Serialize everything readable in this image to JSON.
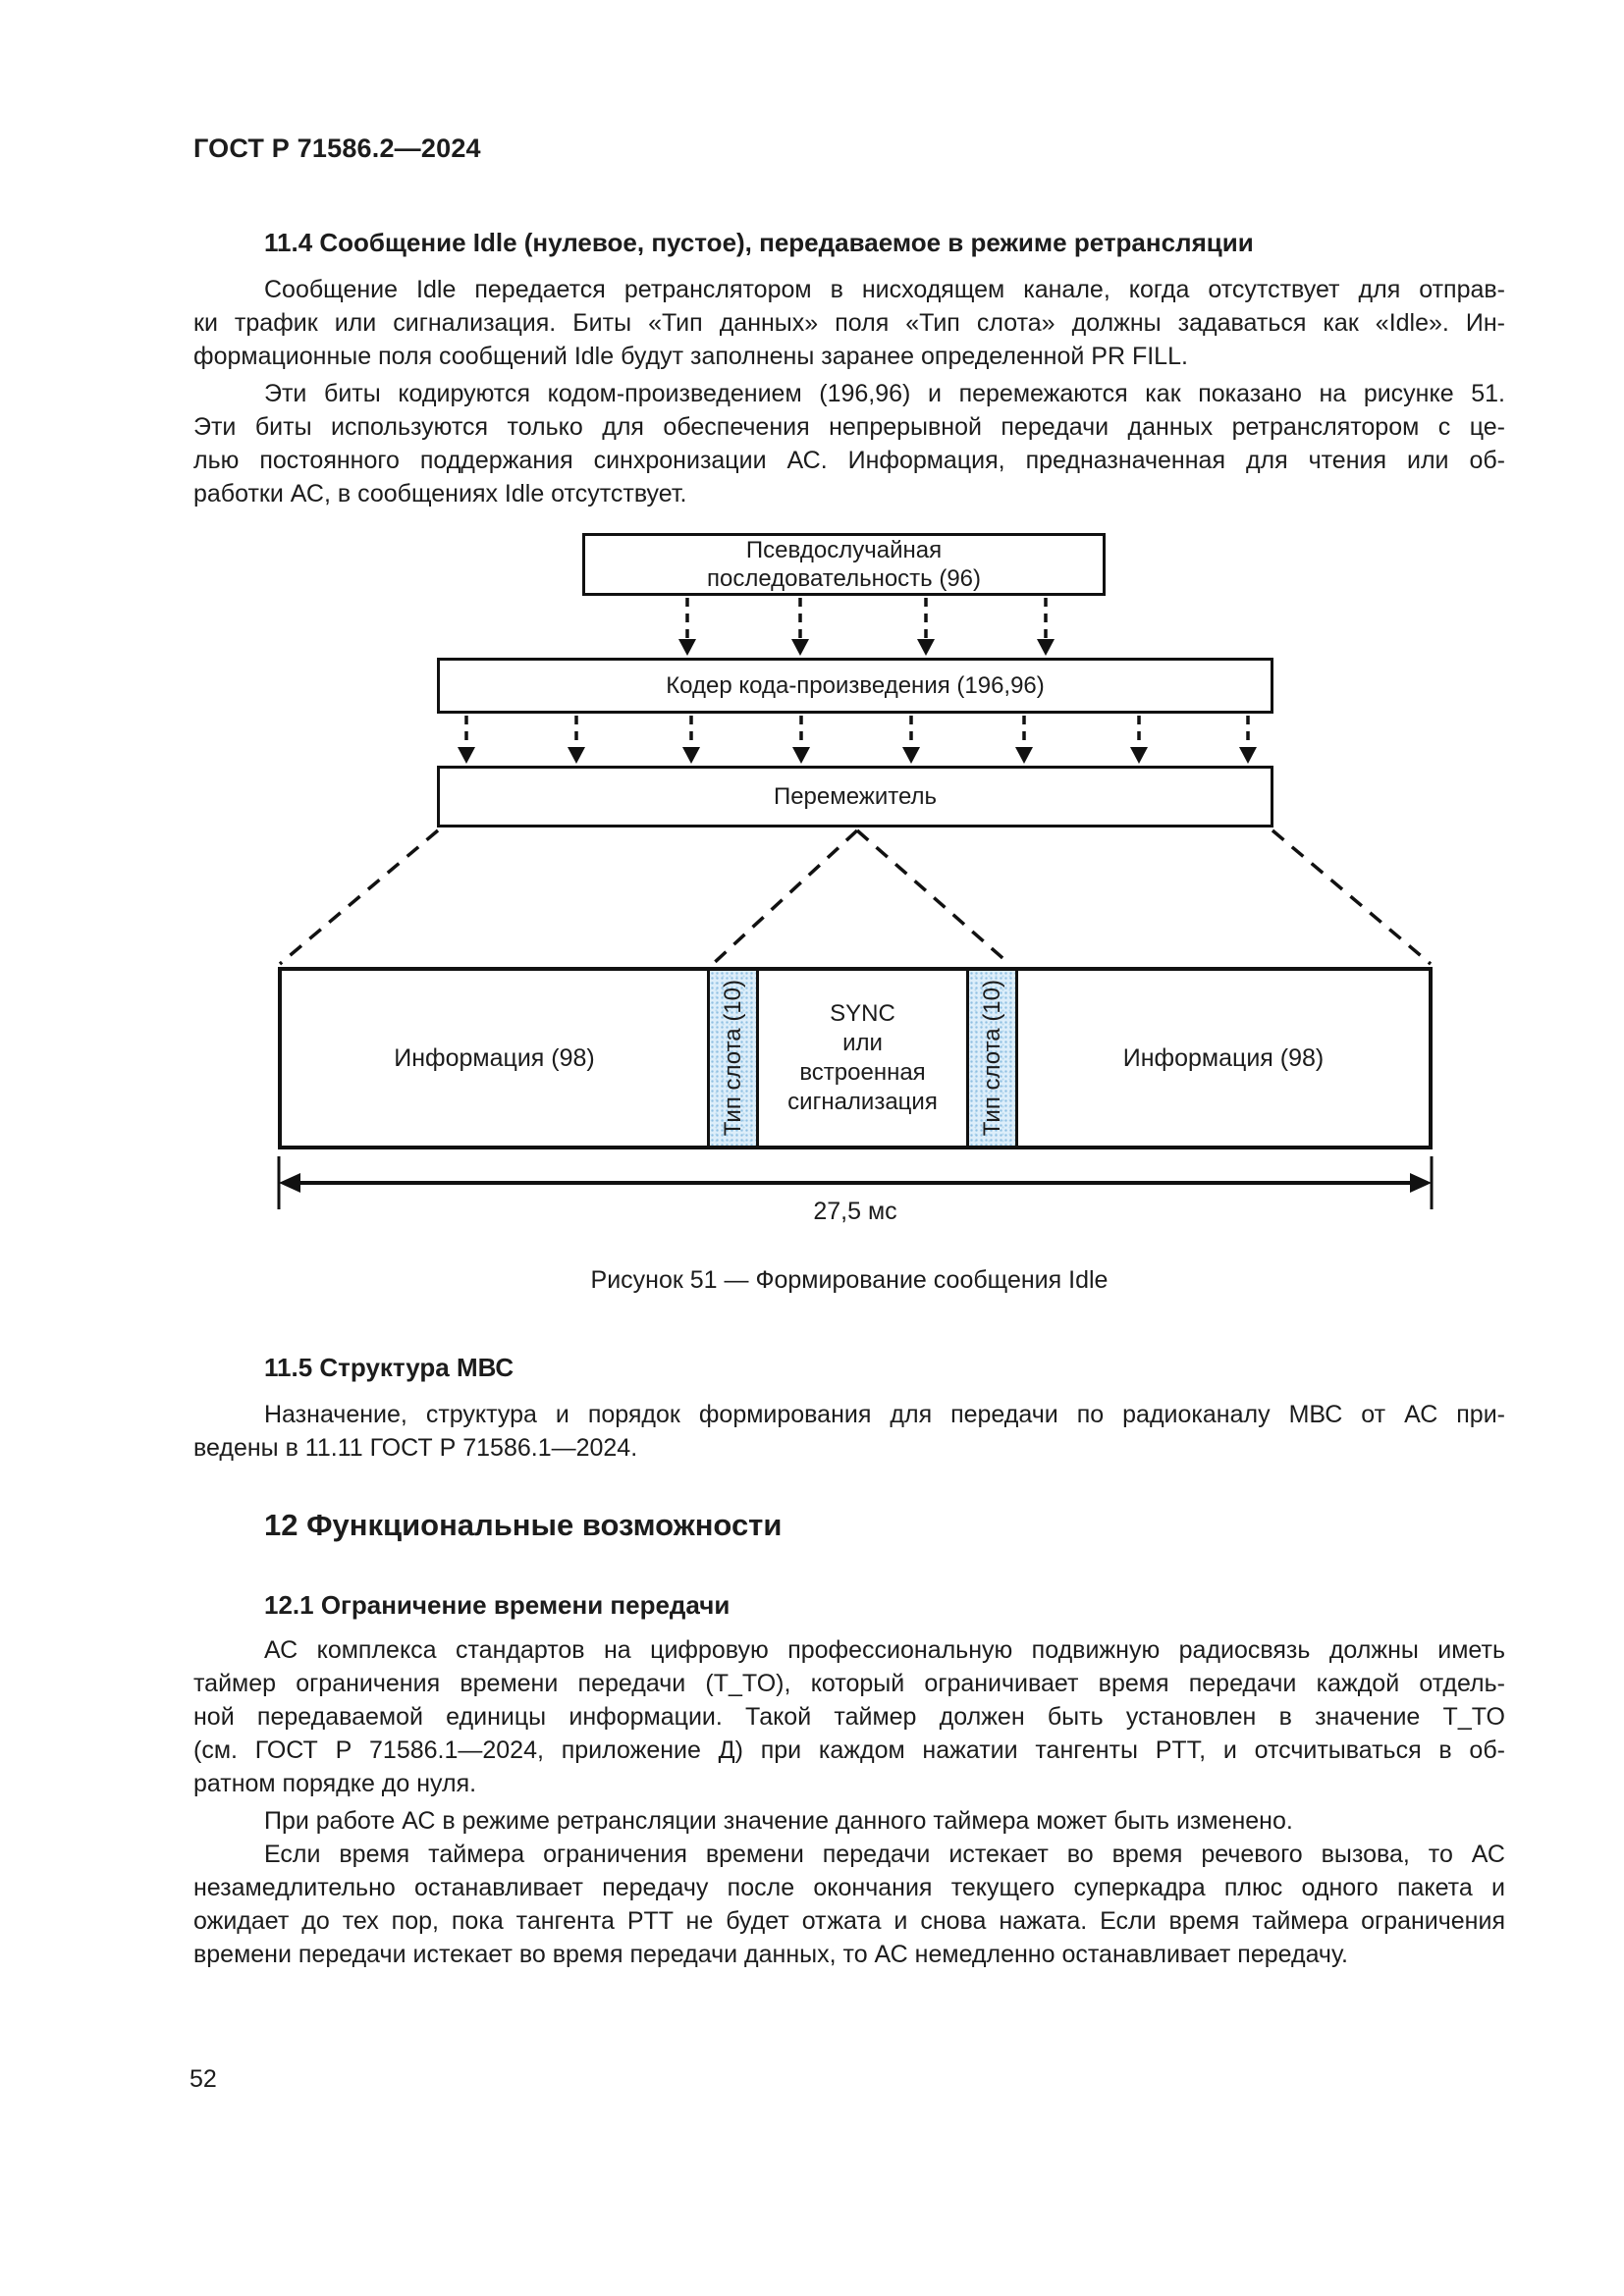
{
  "doc_header": "ГОСТ Р 71586.2—2024",
  "page_number": "52",
  "colors": {
    "ink": "#1c1c1c",
    "slot_type_fill": "#ddeefa",
    "slot_type_speckle": "#8fc0e2"
  },
  "s114": {
    "heading": "11.4 Сообщение Idle (нулевое, пустое), передаваемое в режиме ретрансляции",
    "p1": [
      "Сообщение Idle передается ретранслятором в нисходящем канале, когда отсутствует для отправ-",
      "ки трафик или сигнализация. Биты «Тип данных» поля «Тип слота» должны задаваться как «Idle». Ин-",
      "формационные поля сообщений Idle будут заполнены заранее определенной PR FILL."
    ],
    "p2": [
      "Эти биты кодируются кодом-произведением (196,96) и перемежаются как показано на рисунке 51.",
      "Эти биты используются только для обеспечения непрерывной передачи данных ретранслятором с це-",
      "лью постоянного поддержания синхронизации АС. Информация, предназначенная для чтения или об-",
      "работки АС, в сообщениях Idle отсутствует."
    ]
  },
  "figure51": {
    "prs_box": [
      "Псевдослучайная",
      "последовательность (96)"
    ],
    "coder_box": "Кодер кода-произведения (196,96)",
    "interleaver_box": "Перемежитель",
    "slot": {
      "info_left": "Информация (98)",
      "slot_type_left": "Тип слота (10)",
      "sync": [
        "SYNC",
        "или",
        "встроенная",
        "сигнализация"
      ],
      "slot_type_right": "Тип слота (10)",
      "info_right": "Информация (98)"
    },
    "duration_label": "27,5 мс",
    "caption": "Рисунок 51 — Формирование сообщения Idle"
  },
  "s115": {
    "heading": "11.5 Структура МВС",
    "p1": [
      "Назначение, структура и порядок формирования для передачи по радиоканалу МВС от АС при-",
      "ведены в 11.11 ГОСТ Р 71586.1—2024."
    ]
  },
  "s12": {
    "heading": "12 Функциональные возможности"
  },
  "s121": {
    "heading": "12.1 Ограничение времени передачи",
    "p1": [
      "АС комплекса стандартов на цифровую профессиональную подвижную радиосвязь должны иметь",
      "таймер ограничения времени передачи (T_TO), который ограничивает время передачи каждой отдель-",
      "ной передаваемой единицы информации. Такой таймер должен быть установлен в значение T_TO",
      "(см. ГОСТ Р 71586.1—2024, приложение Д) при каждом нажатии тангенты PTT, и отсчитываться в об-",
      "ратном порядке до нуля."
    ],
    "p2": [
      "При работе АС в режиме ретрансляции значение данного таймера может быть изменено."
    ],
    "p3": [
      "Если время таймера ограничения времени передачи истекает во время речевого вызова, то АС",
      "незамедлительно останавливает передачу после окончания текущего суперкадра плюс одного пакета и",
      "ожидает до тех пор, пока тангента PTT не будет отжата и снова нажата. Если время таймера ограничения",
      "времени передачи истекает во время передачи данных, то АС немедленно останавливает передачу."
    ]
  }
}
